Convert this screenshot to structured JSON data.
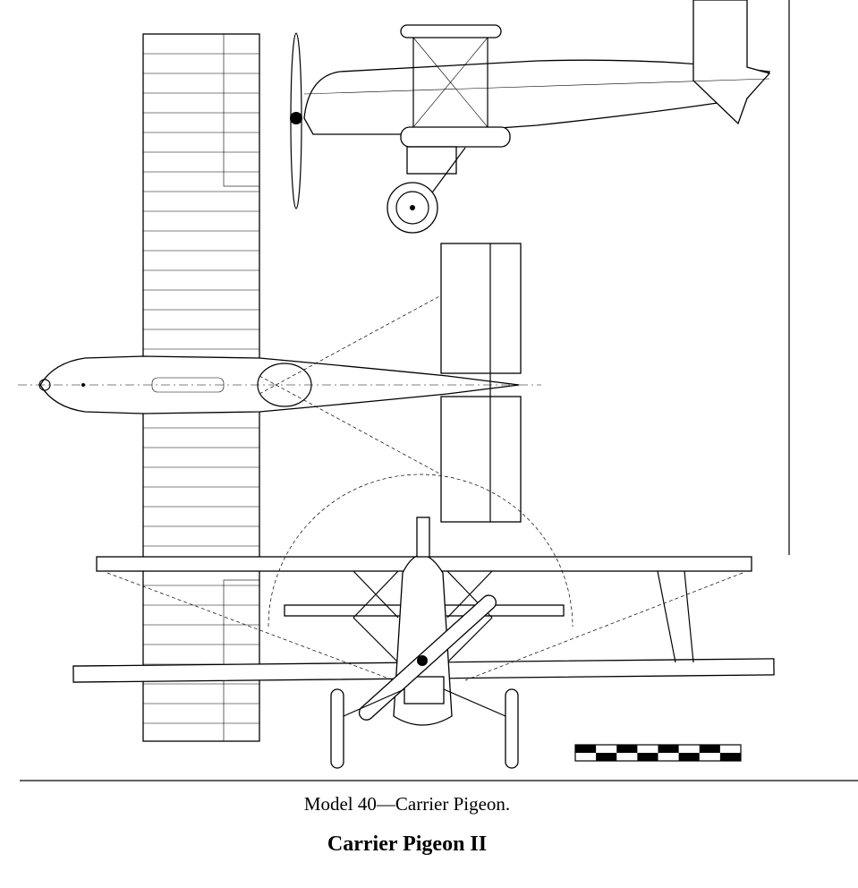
{
  "figure": {
    "caption": "Model 40—Carrier Pigeon.",
    "title": "Carrier Pigeon II",
    "views": [
      "side-view",
      "plan-view",
      "front-view"
    ],
    "scale_bar": {
      "segments": 8
    }
  },
  "colors": {
    "ink": "#000000",
    "paper": "#ffffff"
  }
}
